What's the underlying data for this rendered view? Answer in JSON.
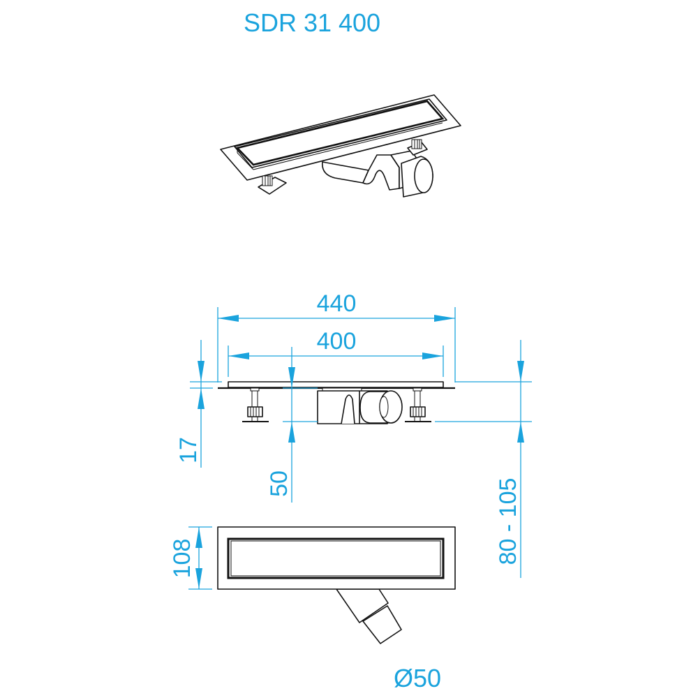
{
  "title": "SDR 31 400",
  "colors": {
    "dimension": "#1aa3dd",
    "outline": "#111111",
    "background": "#ffffff"
  },
  "views": {
    "isometric": {
      "label": "isometric-view"
    },
    "side": {
      "label": "side-elevation-view"
    },
    "plan": {
      "label": "plan-view"
    }
  },
  "dimensions": {
    "overall_length": "440",
    "grate_length": "400",
    "flange_thickness": "17",
    "body_depth": "50",
    "installation_height": "80 - 105",
    "width": "108",
    "outlet_diameter": "Ø50"
  }
}
